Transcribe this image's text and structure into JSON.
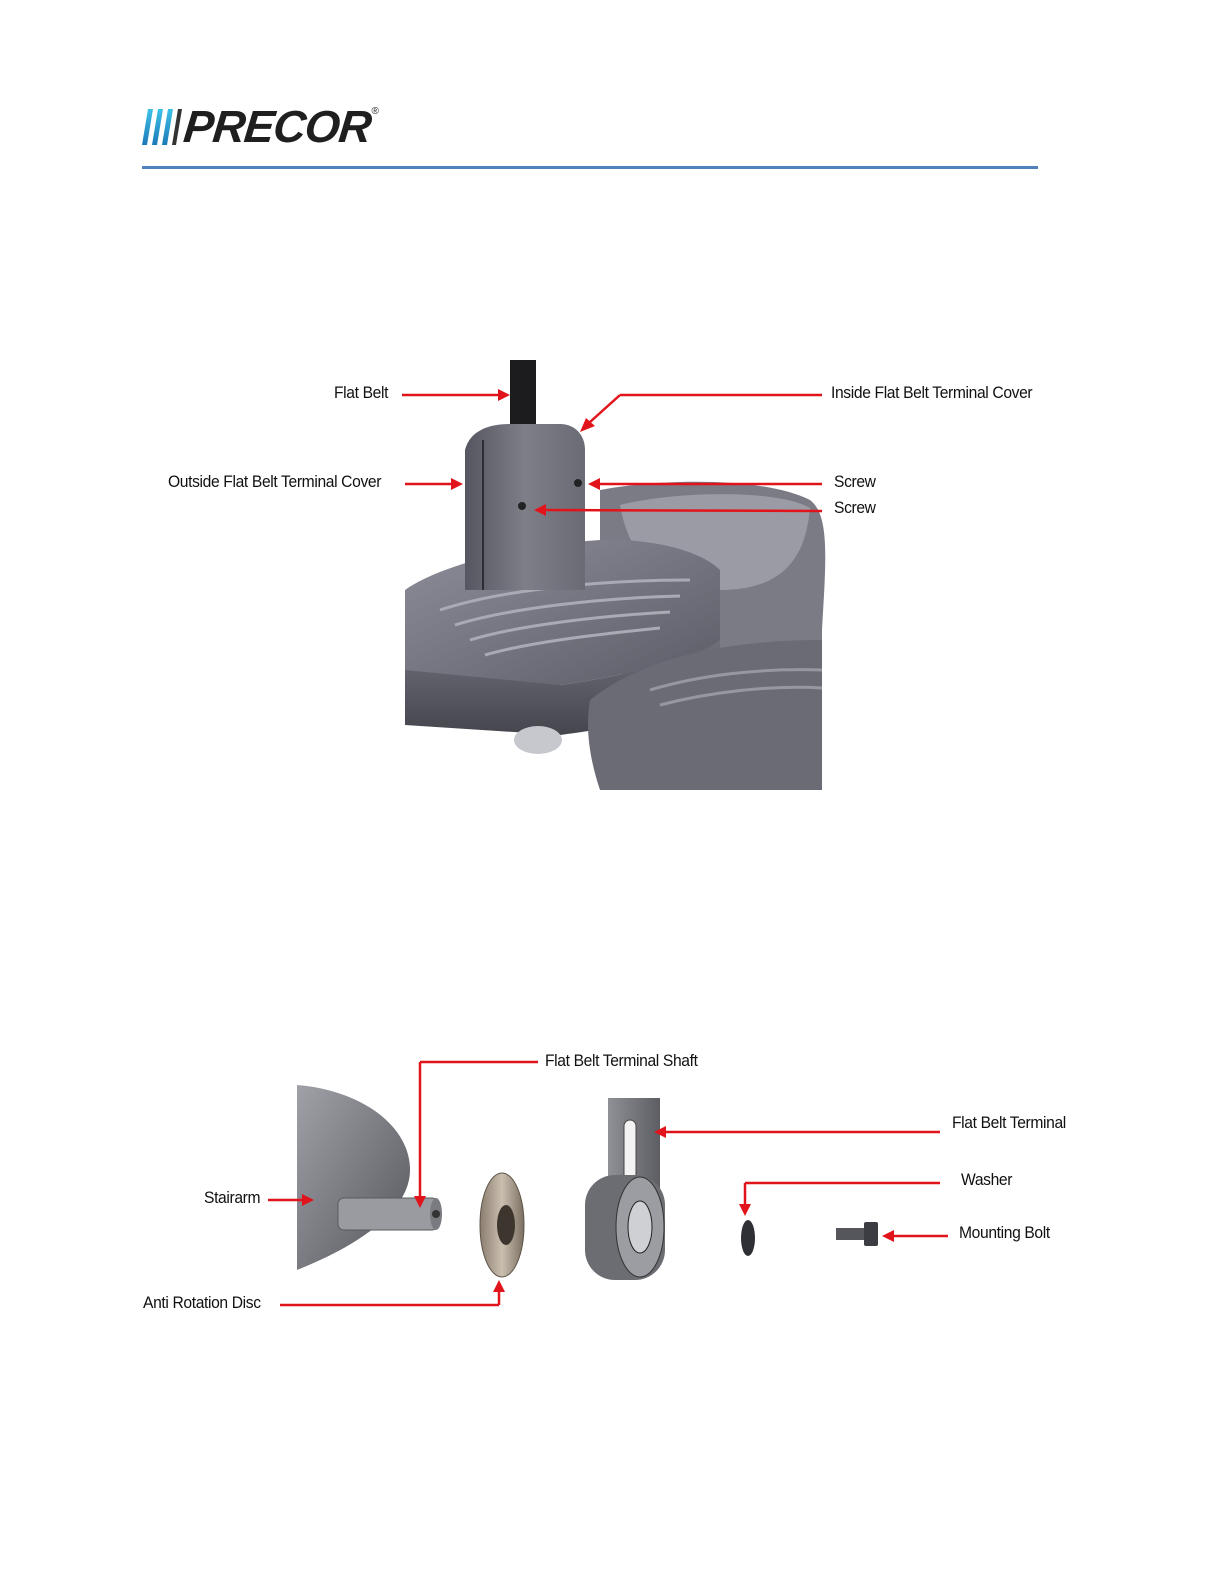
{
  "header": {
    "logo_text": "PRECOR",
    "logo_mark": "®"
  },
  "figure1": {
    "callouts": {
      "flat_belt": "Flat Belt",
      "inside_cover": "Inside Flat Belt Terminal Cover",
      "outside_cover": "Outside Flat Belt Terminal Cover",
      "screw_upper": "Screw",
      "screw_lower": "Screw"
    }
  },
  "figure2": {
    "callouts": {
      "terminal_shaft": "Flat Belt Terminal Shaft",
      "flat_belt_terminal": "Flat Belt Terminal",
      "stairarm": "Stairarm",
      "washer": "Washer",
      "mounting_bolt": "Mounting Bolt",
      "anti_rotation_disc": "Anti Rotation Disc"
    }
  },
  "colors": {
    "rule": "#4f81bd",
    "arrow": "#e0141a",
    "part_gray": "#6e6f78"
  }
}
